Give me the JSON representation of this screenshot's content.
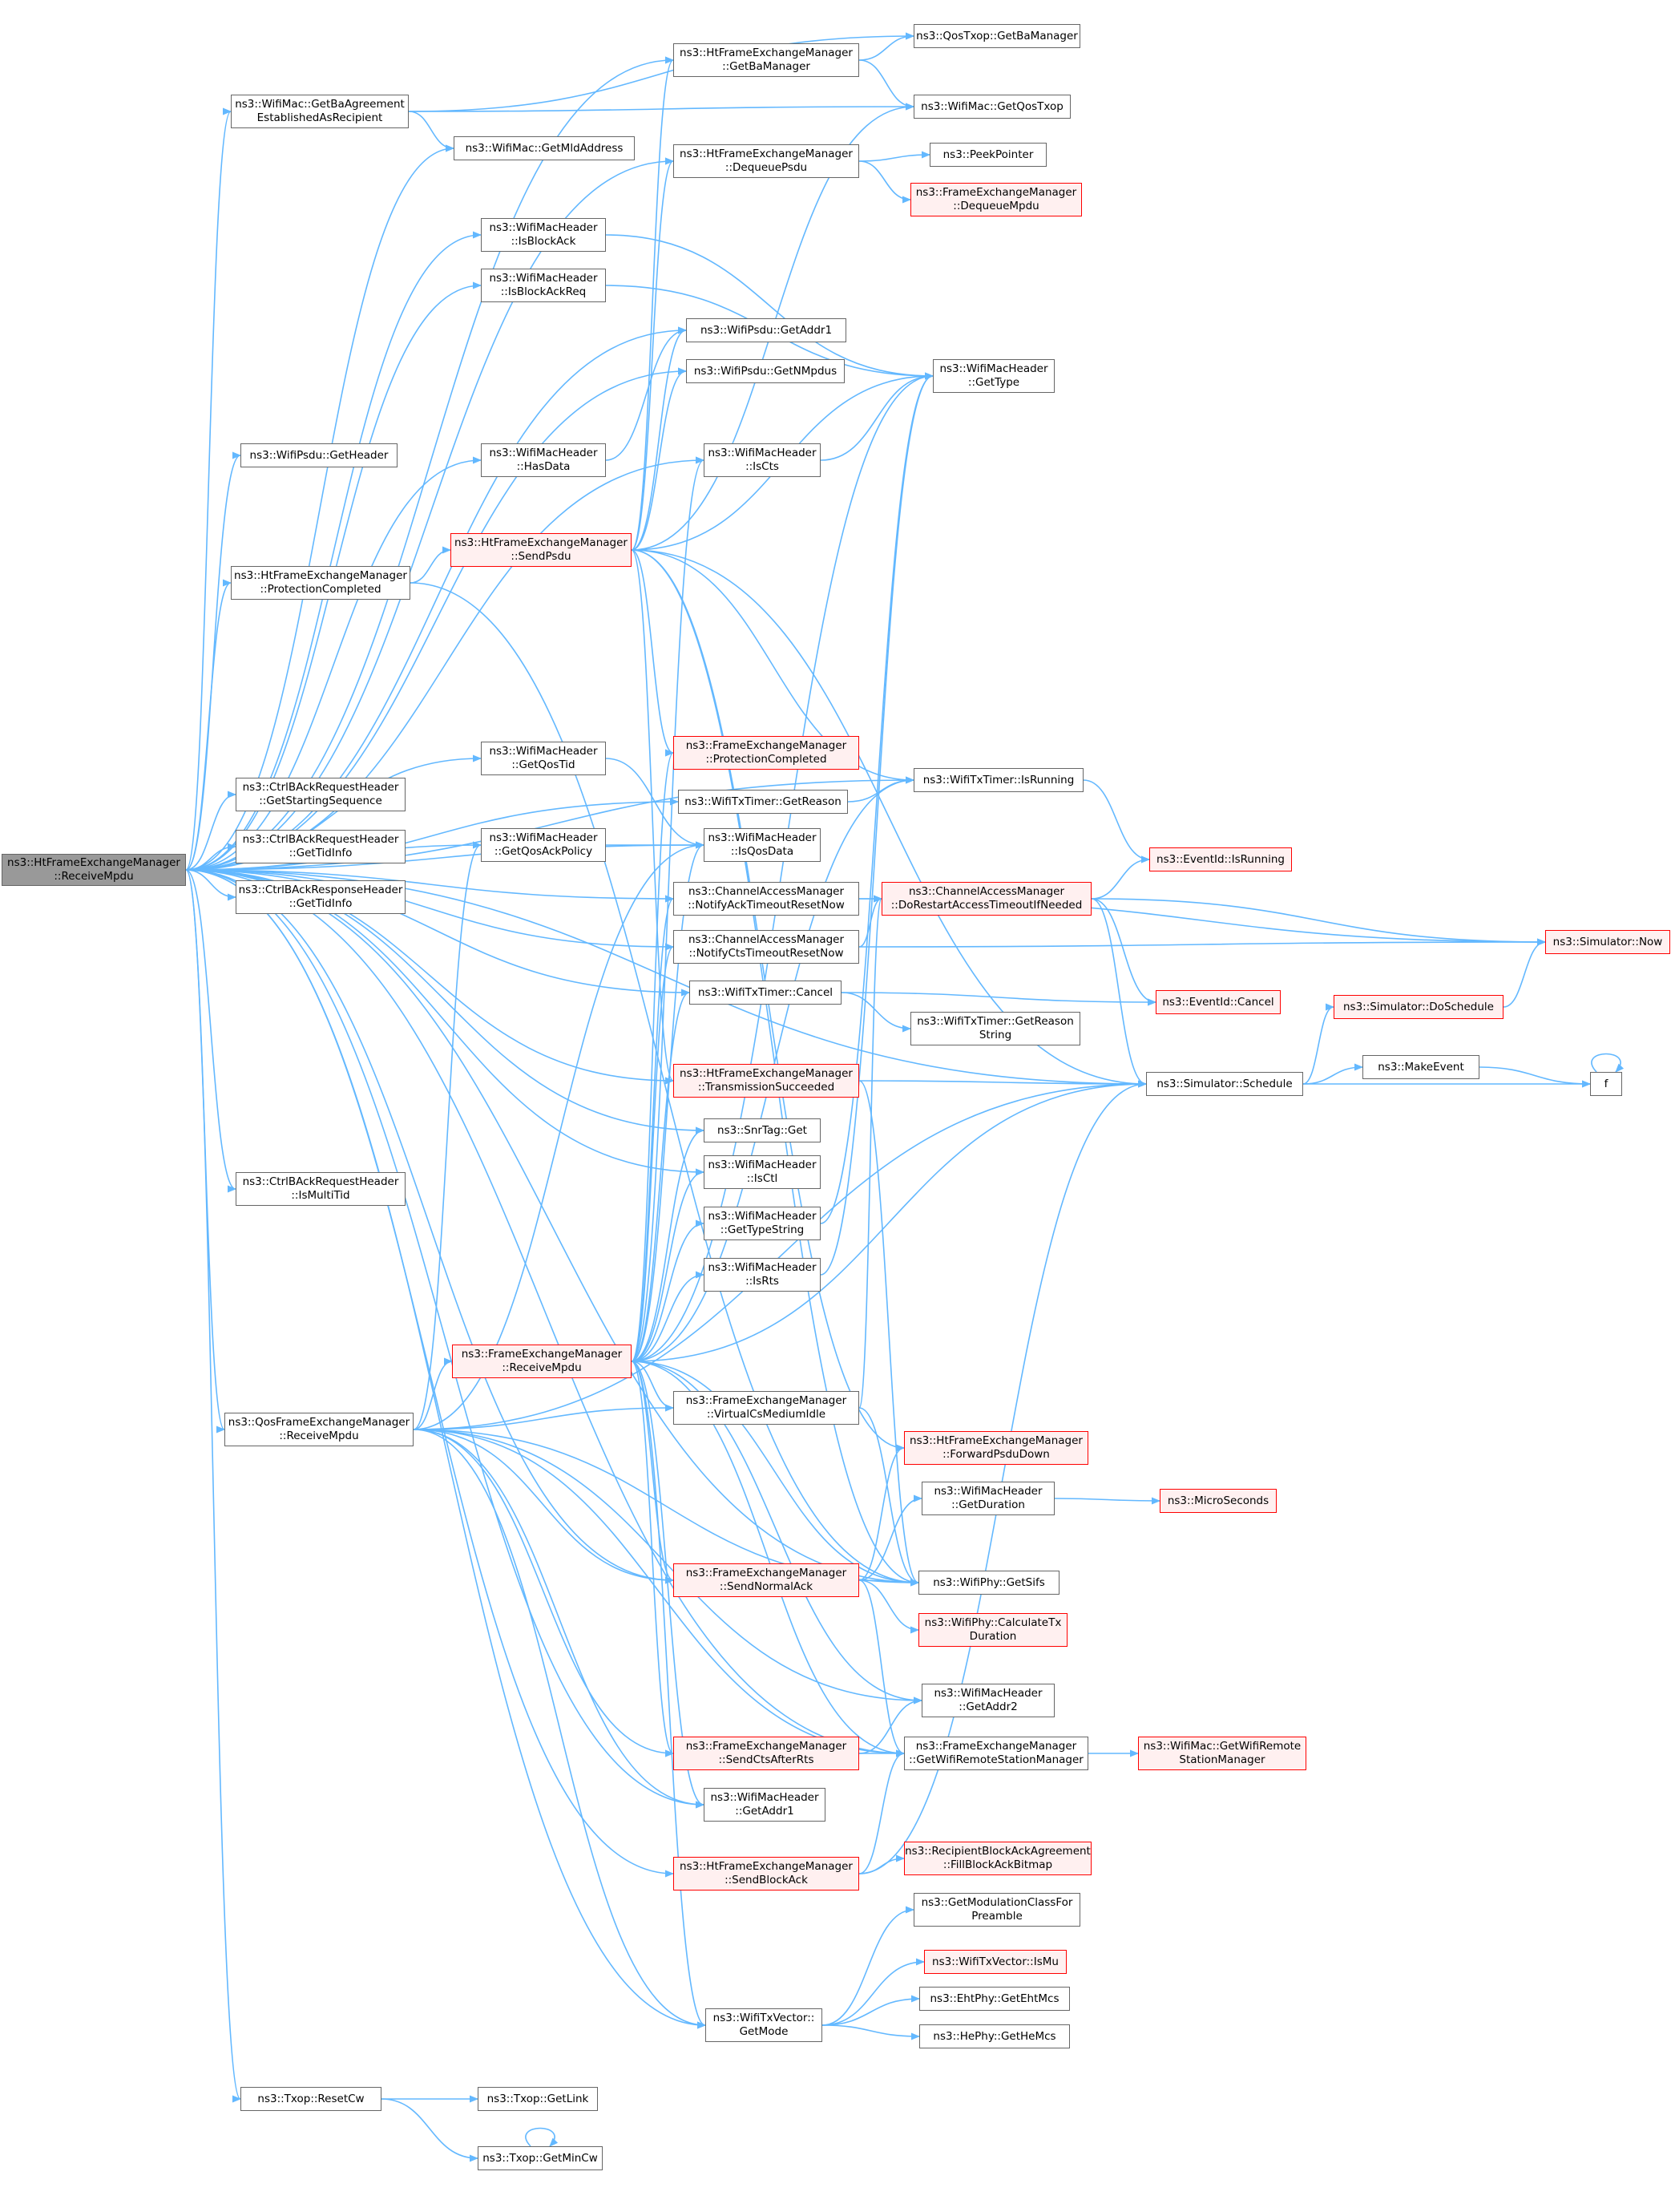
{
  "diagram": {
    "colors": {
      "edge": "#63b8ff",
      "node_border": "#666666",
      "red_border": "#ff0000",
      "red_fill": "#fff0f0",
      "root_fill": "#999999"
    },
    "nodes": [
      {
        "id": "root",
        "lines": [
          "ns3::HtFrameExchangeManager",
          "::ReceiveMpdu"
        ],
        "style": "root"
      },
      {
        "id": "getBaAgreement",
        "lines": [
          "ns3::WifiMac::GetBaAgreement",
          "EstablishedAsRecipient"
        ]
      },
      {
        "id": "htGetBaManager",
        "lines": [
          "ns3::HtFrameExchangeManager",
          "::GetBaManager"
        ]
      },
      {
        "id": "qosGetBaManager",
        "lines": [
          "ns3::QosTxop::GetBaManager"
        ]
      },
      {
        "id": "getQosTxop",
        "lines": [
          "ns3::WifiMac::GetQosTxop"
        ]
      },
      {
        "id": "getMldAddress",
        "lines": [
          "ns3::WifiMac::GetMldAddress"
        ]
      },
      {
        "id": "dequeuePsdu",
        "lines": [
          "ns3::HtFrameExchangeManager",
          "::DequeuePsdu"
        ]
      },
      {
        "id": "peekPointer",
        "lines": [
          "ns3::PeekPointer"
        ]
      },
      {
        "id": "feDequeueMpdu",
        "lines": [
          "ns3::FrameExchangeManager",
          "::DequeueMpdu"
        ],
        "style": "red"
      },
      {
        "id": "isBlockAck",
        "lines": [
          "ns3::WifiMacHeader",
          "::IsBlockAck"
        ]
      },
      {
        "id": "isBlockAckReq",
        "lines": [
          "ns3::WifiMacHeader",
          "::IsBlockAckReq"
        ]
      },
      {
        "id": "psduGetAddr1",
        "lines": [
          "ns3::WifiPsdu::GetAddr1"
        ]
      },
      {
        "id": "getNMpdus",
        "lines": [
          "ns3::WifiPsdu::GetNMpdus"
        ]
      },
      {
        "id": "getType",
        "lines": [
          "ns3::WifiMacHeader",
          "::GetType"
        ]
      },
      {
        "id": "psduGetHeader",
        "lines": [
          "ns3::WifiPsdu::GetHeader"
        ]
      },
      {
        "id": "hasData",
        "lines": [
          "ns3::WifiMacHeader",
          "::HasData"
        ]
      },
      {
        "id": "isCts",
        "lines": [
          "ns3::WifiMacHeader",
          "::IsCts"
        ]
      },
      {
        "id": "sendPsdu",
        "lines": [
          "ns3::HtFrameExchangeManager",
          "::SendPsdu"
        ],
        "style": "red"
      },
      {
        "id": "htProtCompleted",
        "lines": [
          "ns3::HtFrameExchangeManager",
          "::ProtectionCompleted"
        ]
      },
      {
        "id": "feProtCompleted",
        "lines": [
          "ns3::FrameExchangeManager",
          "::ProtectionCompleted"
        ],
        "style": "red"
      },
      {
        "id": "getQosTid",
        "lines": [
          "ns3::WifiMacHeader",
          "::GetQosTid"
        ]
      },
      {
        "id": "timerGetReason",
        "lines": [
          "ns3::WifiTxTimer::GetReason"
        ]
      },
      {
        "id": "timerIsRunning",
        "lines": [
          "ns3::WifiTxTimer::IsRunning"
        ]
      },
      {
        "id": "barGetStartSeq",
        "lines": [
          "ns3::CtrlBAckRequestHeader",
          "::GetStartingSequence"
        ]
      },
      {
        "id": "barGetTidInfo",
        "lines": [
          "ns3::CtrlBAckRequestHeader",
          "::GetTidInfo"
        ]
      },
      {
        "id": "baGetTidInfo",
        "lines": [
          "ns3::CtrlBAckResponseHeader",
          "::GetTidInfo"
        ]
      },
      {
        "id": "getQosAckPolicy",
        "lines": [
          "ns3::WifiMacHeader",
          "::GetQosAckPolicy"
        ]
      },
      {
        "id": "isQosData",
        "lines": [
          "ns3::WifiMacHeader",
          "::IsQosData"
        ]
      },
      {
        "id": "eventIsRunning",
        "lines": [
          "ns3::EventId::IsRunning"
        ],
        "style": "red"
      },
      {
        "id": "notifyAck",
        "lines": [
          "ns3::ChannelAccessManager",
          "::NotifyAckTimeoutResetNow"
        ]
      },
      {
        "id": "doRestart",
        "lines": [
          "ns3::ChannelAccessManager",
          "::DoRestartAccessTimeoutIfNeeded"
        ],
        "style": "red"
      },
      {
        "id": "notifyCts",
        "lines": [
          "ns3::ChannelAccessManager",
          "::NotifyCtsTimeoutResetNow"
        ]
      },
      {
        "id": "now",
        "lines": [
          "ns3::Simulator::Now"
        ],
        "style": "red"
      },
      {
        "id": "timerCancel",
        "lines": [
          "ns3::WifiTxTimer::Cancel"
        ]
      },
      {
        "id": "eventCancel",
        "lines": [
          "ns3::EventId::Cancel"
        ],
        "style": "red"
      },
      {
        "id": "doSchedule",
        "lines": [
          "ns3::Simulator::DoSchedule"
        ],
        "style": "red"
      },
      {
        "id": "getReasonString",
        "lines": [
          "ns3::WifiTxTimer::GetReason",
          "String"
        ]
      },
      {
        "id": "transSucceeded",
        "lines": [
          "ns3::HtFrameExchangeManager",
          "::TransmissionSucceeded"
        ],
        "style": "red"
      },
      {
        "id": "schedule",
        "lines": [
          "ns3::Simulator::Schedule"
        ]
      },
      {
        "id": "makeEvent",
        "lines": [
          "ns3::MakeEvent"
        ]
      },
      {
        "id": "f",
        "lines": [
          "f"
        ]
      },
      {
        "id": "snrGet",
        "lines": [
          "ns3::SnrTag::Get"
        ]
      },
      {
        "id": "isMultiTid",
        "lines": [
          "ns3::CtrlBAckRequestHeader",
          "::IsMultiTid"
        ]
      },
      {
        "id": "isCtl",
        "lines": [
          "ns3::WifiMacHeader",
          "::IsCtl"
        ]
      },
      {
        "id": "getTypeString",
        "lines": [
          "ns3::WifiMacHeader",
          "::GetTypeString"
        ]
      },
      {
        "id": "isRts",
        "lines": [
          "ns3::WifiMacHeader",
          "::IsRts"
        ]
      },
      {
        "id": "feReceiveMpdu",
        "lines": [
          "ns3::FrameExchangeManager",
          "::ReceiveMpdu"
        ],
        "style": "red"
      },
      {
        "id": "virtualCs",
        "lines": [
          "ns3::FrameExchangeManager",
          "::VirtualCsMediumIdle"
        ]
      },
      {
        "id": "qosReceiveMpdu",
        "lines": [
          "ns3::QosFrameExchangeManager",
          "::ReceiveMpdu"
        ]
      },
      {
        "id": "forwardPsduDown",
        "lines": [
          "ns3::HtFrameExchangeManager",
          "::ForwardPsduDown"
        ],
        "style": "red"
      },
      {
        "id": "getDuration",
        "lines": [
          "ns3::WifiMacHeader",
          "::GetDuration"
        ]
      },
      {
        "id": "microSeconds",
        "lines": [
          "ns3::MicroSeconds"
        ],
        "style": "red"
      },
      {
        "id": "sendNormalAck",
        "lines": [
          "ns3::FrameExchangeManager",
          "::SendNormalAck"
        ],
        "style": "red"
      },
      {
        "id": "getSifs",
        "lines": [
          "ns3::WifiPhy::GetSifs"
        ]
      },
      {
        "id": "calcTxDuration",
        "lines": [
          "ns3::WifiPhy::CalculateTx",
          "Duration"
        ],
        "style": "red"
      },
      {
        "id": "getAddr2",
        "lines": [
          "ns3::WifiMacHeader",
          "::GetAddr2"
        ]
      },
      {
        "id": "sendCtsAfterRts",
        "lines": [
          "ns3::FrameExchangeManager",
          "::SendCtsAfterRts"
        ],
        "style": "red"
      },
      {
        "id": "getWrsm",
        "lines": [
          "ns3::FrameExchangeManager",
          "::GetWifiRemoteStationManager"
        ]
      },
      {
        "id": "macGetWrsm",
        "lines": [
          "ns3::WifiMac::GetWifiRemote",
          "StationManager"
        ],
        "style": "red"
      },
      {
        "id": "hdrGetAddr1",
        "lines": [
          "ns3::WifiMacHeader",
          "::GetAddr1"
        ]
      },
      {
        "id": "fillBitmap",
        "lines": [
          "ns3::RecipientBlockAckAgreement",
          "::FillBlockAckBitmap"
        ],
        "style": "red"
      },
      {
        "id": "sendBlockAck",
        "lines": [
          "ns3::HtFrameExchangeManager",
          "::SendBlockAck"
        ],
        "style": "red"
      },
      {
        "id": "getModClass",
        "lines": [
          "ns3::GetModulationClassFor",
          "Preamble"
        ]
      },
      {
        "id": "isMu",
        "lines": [
          "ns3::WifiTxVector::IsMu"
        ],
        "style": "red"
      },
      {
        "id": "getEhtMcs",
        "lines": [
          "ns3::EhtPhy::GetEhtMcs"
        ]
      },
      {
        "id": "getMode",
        "lines": [
          "ns3::WifiTxVector::",
          "GetMode"
        ]
      },
      {
        "id": "getHeMcs",
        "lines": [
          "ns3::HePhy::GetHeMcs"
        ]
      },
      {
        "id": "resetCw",
        "lines": [
          "ns3::Txop::ResetCw"
        ]
      },
      {
        "id": "getLink",
        "lines": [
          "ns3::Txop::GetLink"
        ]
      },
      {
        "id": "getMinCw",
        "lines": [
          "ns3::Txop::GetMinCw"
        ]
      }
    ]
  }
}
